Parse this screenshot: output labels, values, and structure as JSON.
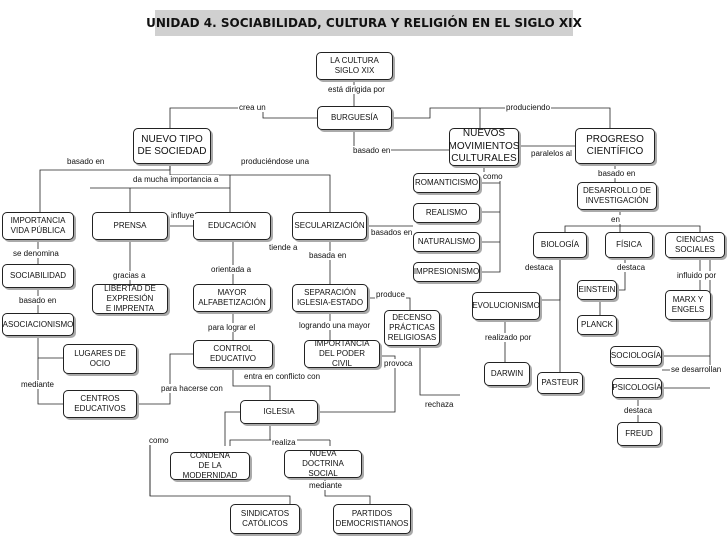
{
  "title": "UNIDAD 4. SOCIABILIDAD, CULTURA Y RELIGIÓN EN EL SIGLO XIX",
  "nodes": {
    "cultura": "LA CULTURA\nSIGLO XIX",
    "burguesia": "BURGUESÍA",
    "nuevo_tipo": "NUEVO TIPO\nDE SOCIEDAD",
    "nuevos_mov": "NUEVOS\nMOVIMIENTOS\nCULTURALES",
    "progreso": "PROGRESO\nCIENTÍFICO",
    "romanticismo": "ROMANTICISMO",
    "realismo": "REALISMO",
    "naturalismo": "NATURALISMO",
    "impresionismo": "IMPRESIONISMO",
    "desarrollo_inv": "DESARROLLO DE\nINVESTIGACIÓN",
    "importancia_vp": "IMPORTANCIA\nVIDA PÚBLICA",
    "prensa": "PRENSA",
    "educacion": "EDUCACIÓN",
    "secularizacion": "SECULARIZACIÓN",
    "biologia": "BIOLOGÍA",
    "fisica": "FÍSICA",
    "ciencias_soc": "CIENCIAS\nSOCIALES",
    "sociabilidad": "SOCIABILIDAD",
    "libertad": "LIBERTAD DE\nEXPRESIÓN\nE IMPRENTA",
    "mayor_alf": "MAYOR\nALFABETIZACIÓN",
    "separacion": "SEPARACIÓN\nIGLESIA-ESTADO",
    "decenso": "DECENSO\nPRÁCTICAS\nRELIGIOSAS",
    "evolucionismo": "EVOLUCIONISMO",
    "einstein": "EINSTEIN",
    "marx": "MARX Y\nENGELS",
    "asociacionismo": "ASOCIACIONISMO",
    "planck": "PLANCK",
    "lugares": "LUGARES DE\nOCIO",
    "control": "CONTROL\nEDUCATIVO",
    "importancia_pc": "IMPORTANCIA\nDEL PODER CIVIL",
    "darwin": "DARWIN",
    "pasteur": "PASTEUR",
    "sociologia": "SOCIOLOGÍA",
    "centros": "CENTROS\nEDUCATIVOS",
    "psicologia": "PSICOLOGÍA",
    "iglesia": "IGLESIA",
    "freud": "FREUD",
    "condena": "CONDENA\nDE LA MODERNIDAD",
    "nueva_doctrina": "NUEVA DOCTRINA\nSOCIAL",
    "sindicatos": "SINDICATOS\nCATÓLICOS",
    "partidos": "PARTIDOS\nDEMOCRISTIANOS"
  },
  "links": {
    "esta_dirigida": "está dirigida por",
    "crea_un": "crea un",
    "produciendo": "produciendo",
    "basado_en_1": "basado en",
    "produciendose": "produciéndose una",
    "basado_en_2": "basado en",
    "paralelos": "paralelos al",
    "como_1": "como",
    "basado_en_3": "basado en",
    "da_mucha": "da mucha importancia a",
    "influye": "influye",
    "basados_en": "basados en",
    "en": "en",
    "tiende_a": "tiende a",
    "basada_en": "basada en",
    "se_denomina": "se denomina",
    "destaca_1": "destaca",
    "destaca_2": "destaca",
    "gracias_a": "gracias a",
    "orientada_a": "orientada a",
    "influido_por": "influido por",
    "produce": "produce",
    "basado_en_4": "basado en",
    "para_lograr": "para lograr el",
    "logrando": "logrando una mayor",
    "realizado_por": "realizado por",
    "provoca": "provoca",
    "se_desarrollan": "se desarrollan",
    "mediante_1": "mediante",
    "entra_conflicto": "entra en conflicto con",
    "para_hacerse": "para hacerse con",
    "rechaza": "rechaza",
    "destaca_3": "destaca",
    "como_2": "como",
    "realiza": "realiza",
    "mediante_2": "mediante"
  }
}
